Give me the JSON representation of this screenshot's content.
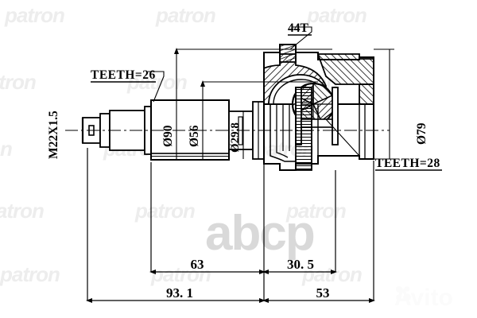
{
  "drawing": {
    "title": "CV joint outer kit technical drawing",
    "line_color": "#000000",
    "background": "#ffffff"
  },
  "labels": {
    "teeth_inner": "TEETH=26",
    "thread": "M22X1.5",
    "dia_90": "Ø90",
    "dia_56": "Ø56",
    "dia_298": "Ø29.8",
    "dia_79": "Ø79",
    "abs_ring": "44T",
    "teeth_outer": "TEETH=28"
  },
  "dimensions": {
    "len_63": "63",
    "len_305": "30. 5",
    "len_931": "93. 1",
    "len_53": "53"
  },
  "watermarks": {
    "brand": "patron",
    "shop": "abcp",
    "market": "Avito"
  }
}
